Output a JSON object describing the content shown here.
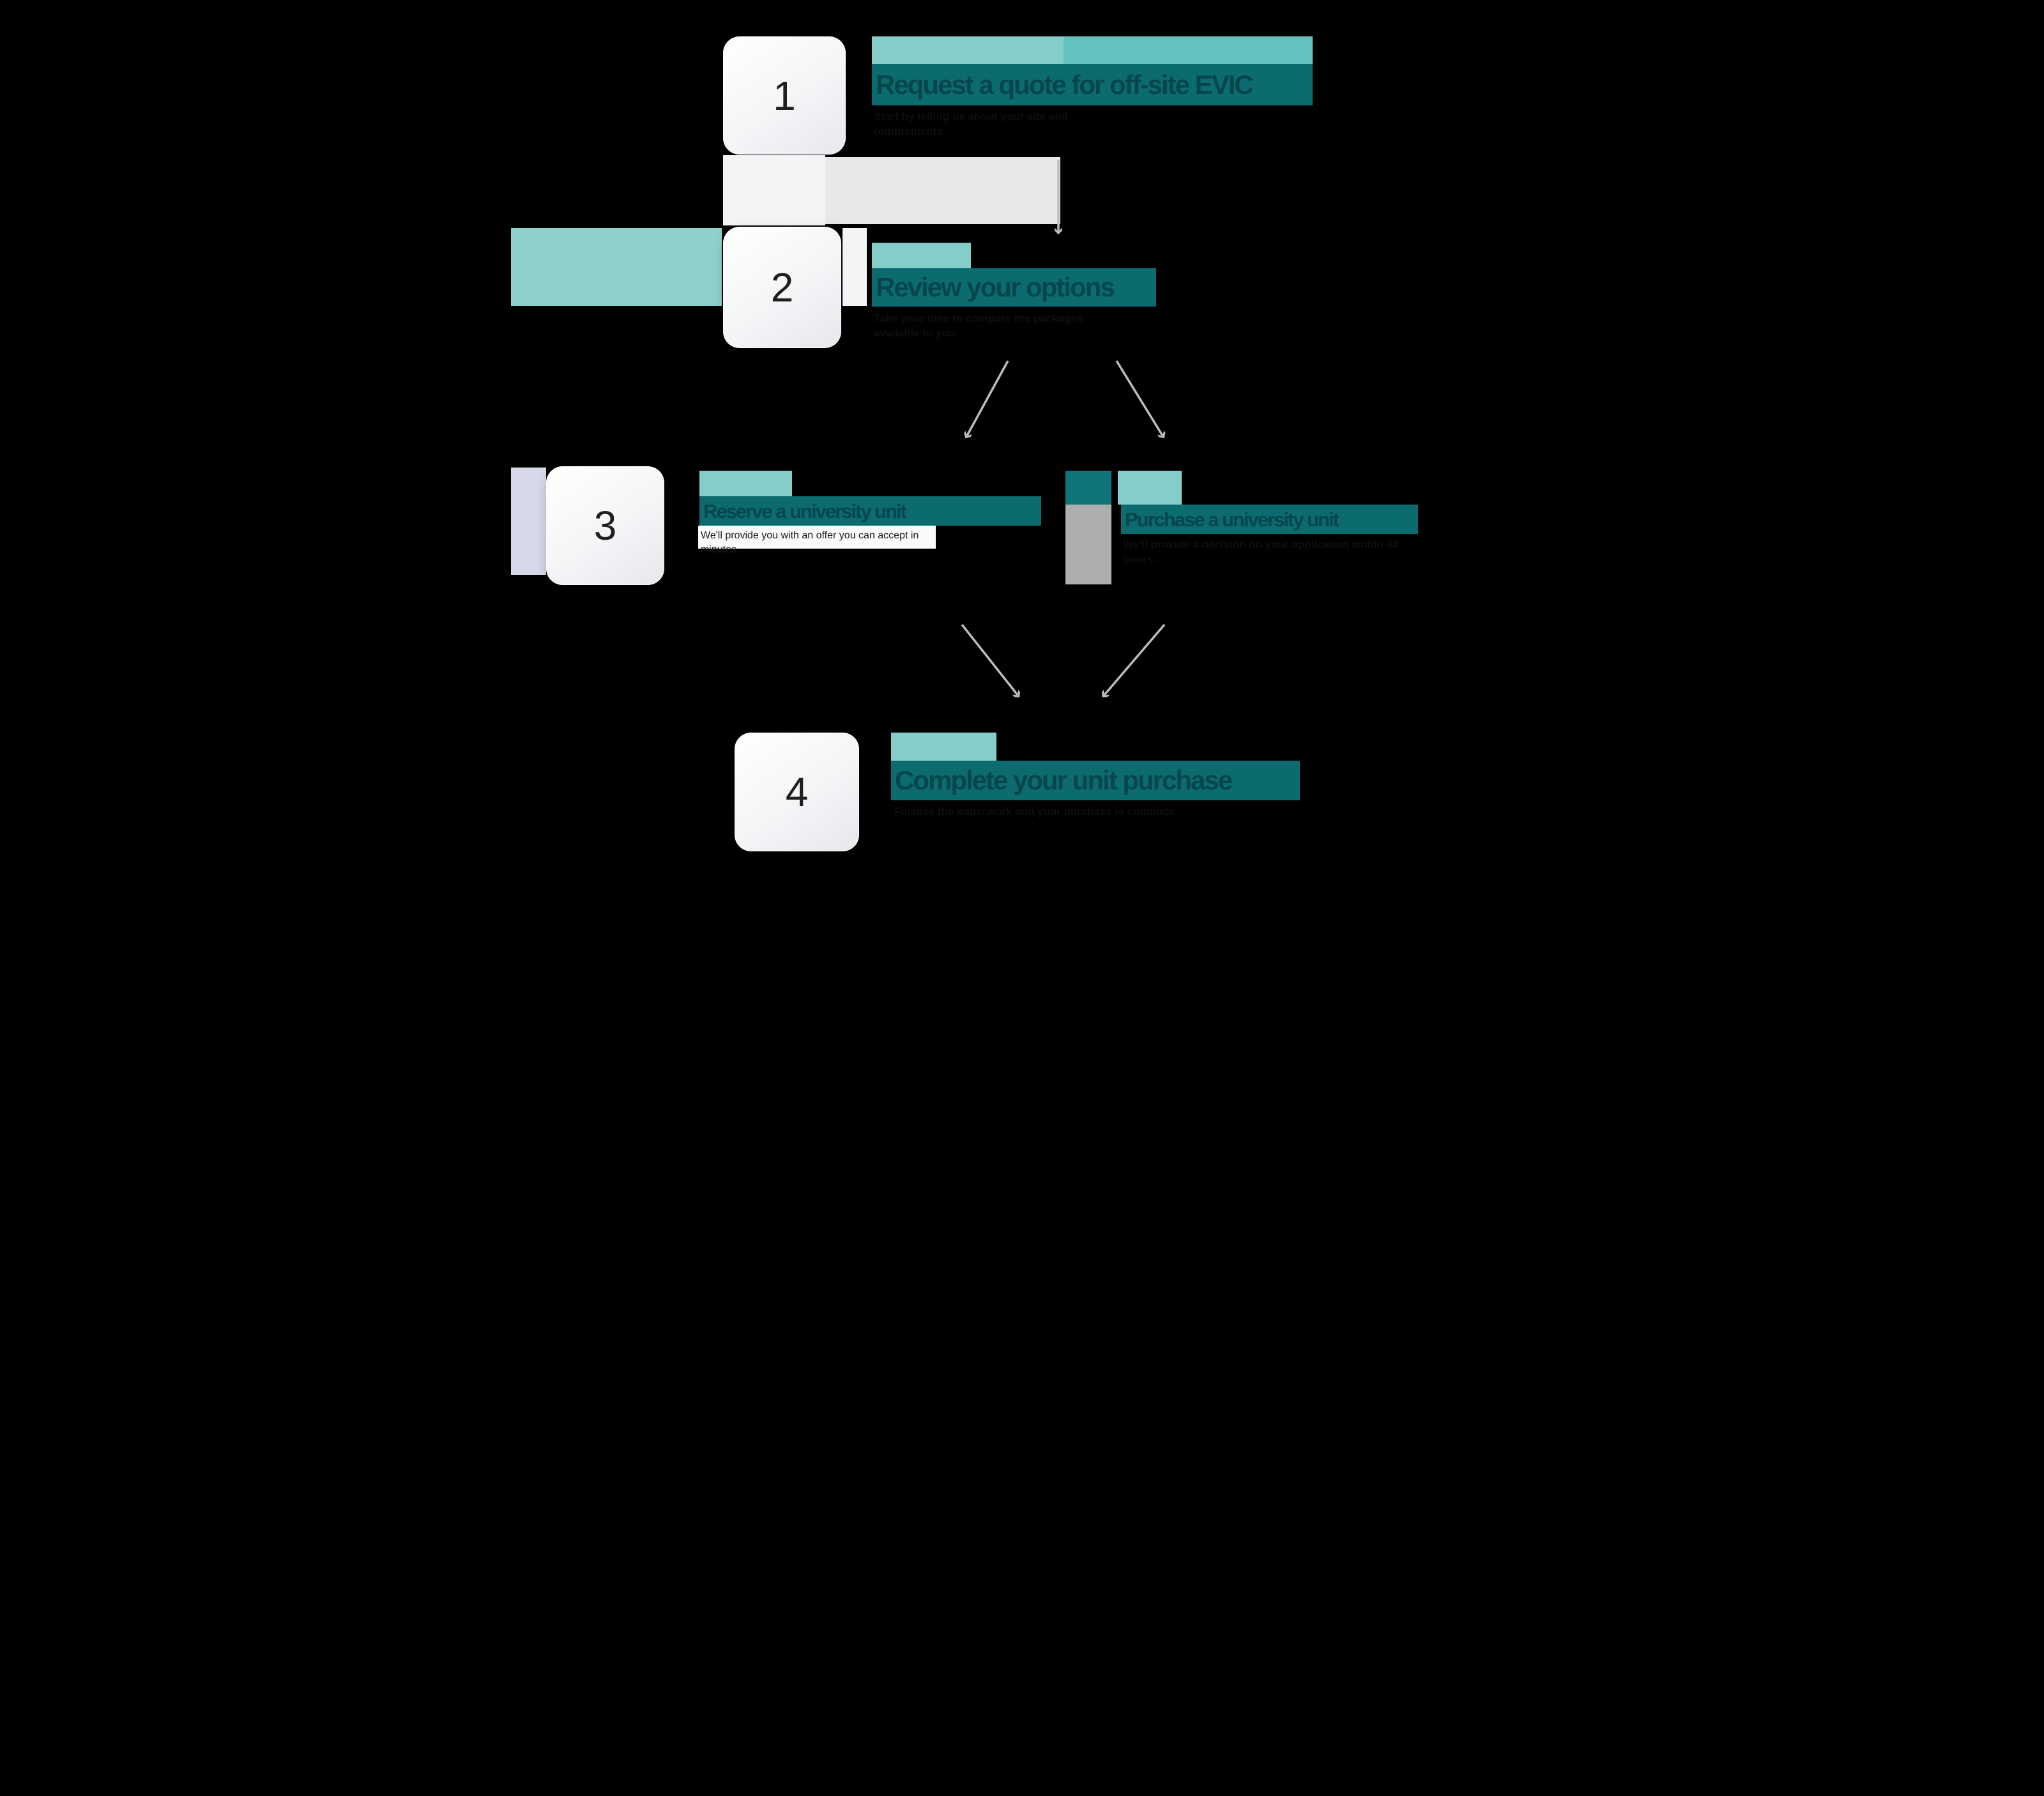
{
  "colors": {
    "background": "#000000",
    "accent_teal_light": "#85cdc9",
    "accent_teal_mid": "#63c2be",
    "title_bar_teal": "#0c6b6e",
    "title_text_teal": "#05464d",
    "card_white": "#f4f5f7",
    "arrow_gray": "#bdbdbd"
  },
  "steps": [
    {
      "number": "1",
      "title": "Request a quote for off-site EVIC",
      "description": "Start by telling us about your site and requirements."
    },
    {
      "number": "2",
      "title": "Review your options",
      "description": "Take your time to compare the packages available to you."
    },
    {
      "number": "3",
      "branches": [
        {
          "title": "Reserve a university unit",
          "description": "We'll provide you with an offer you can accept in minutes."
        },
        {
          "title": "Purchase a university unit",
          "description": "We'll provide a decision on your application within 48 hours."
        }
      ]
    },
    {
      "number": "4",
      "title": "Complete your unit purchase",
      "description": "Finalise the paperwork and your purchase is complete."
    }
  ]
}
